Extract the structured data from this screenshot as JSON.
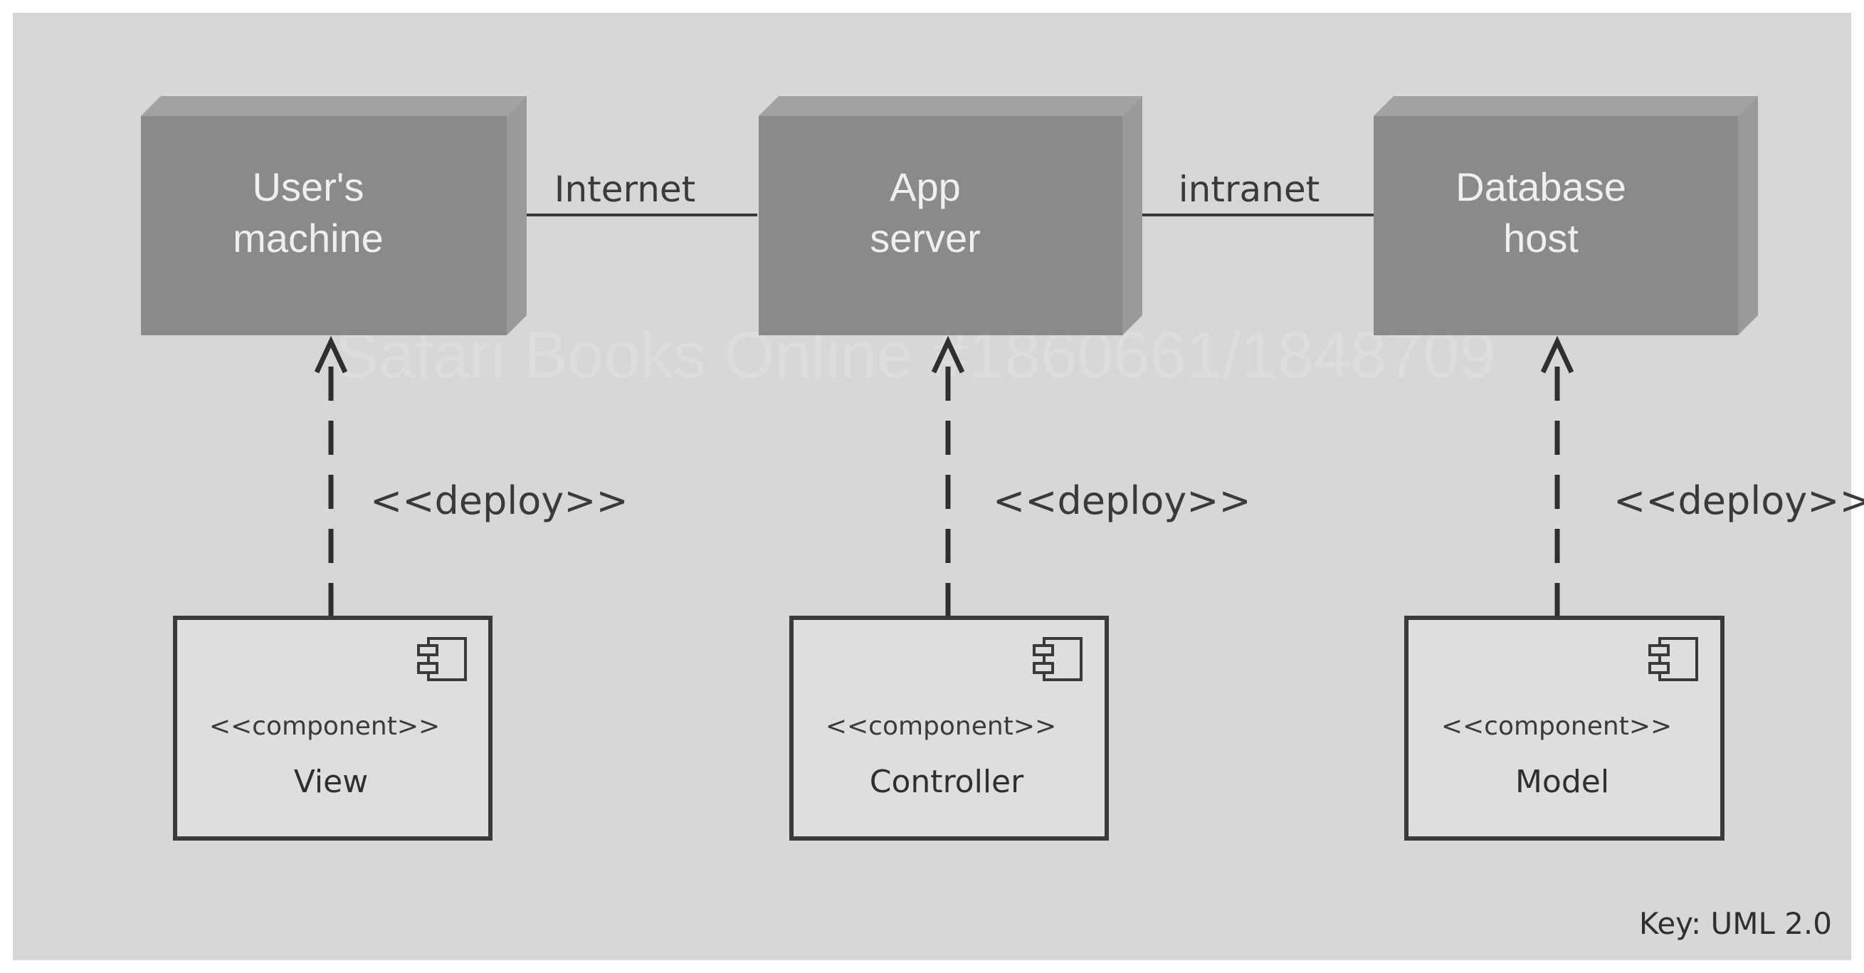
{
  "colors": {
    "background": "#d7d7d7",
    "node_fill": "#8a8a8a",
    "node_top": "#a2a2a2",
    "node_side": "#9a9a9a",
    "component_fill": "#dedede",
    "stroke": "#3a3a3a"
  },
  "nodes": [
    {
      "id": "users-machine",
      "lines": [
        "User's",
        "machine"
      ]
    },
    {
      "id": "app-server",
      "lines": [
        "App",
        "server"
      ]
    },
    {
      "id": "database-host",
      "lines": [
        "Database",
        "host"
      ]
    }
  ],
  "links": [
    {
      "from": "users-machine",
      "to": "app-server",
      "label": "Internet"
    },
    {
      "from": "app-server",
      "to": "database-host",
      "label": "intranet"
    }
  ],
  "deployments": [
    {
      "component": "view",
      "node": "users-machine",
      "label": "<<deploy>>"
    },
    {
      "component": "controller",
      "node": "app-server",
      "label": "<<deploy>>"
    },
    {
      "component": "model",
      "node": "database-host",
      "label": "<<deploy>>"
    }
  ],
  "components": [
    {
      "id": "view",
      "stereotype": "<<component>>",
      "name": "View",
      "icon": "component-icon"
    },
    {
      "id": "controller",
      "stereotype": "<<component>>",
      "name": "Controller",
      "icon": "component-icon"
    },
    {
      "id": "model",
      "stereotype": "<<component>>",
      "name": "Model",
      "icon": "component-icon"
    }
  ],
  "key": "Key: UML 2.0",
  "watermark": "Safari Books Online #1860661/1848709"
}
